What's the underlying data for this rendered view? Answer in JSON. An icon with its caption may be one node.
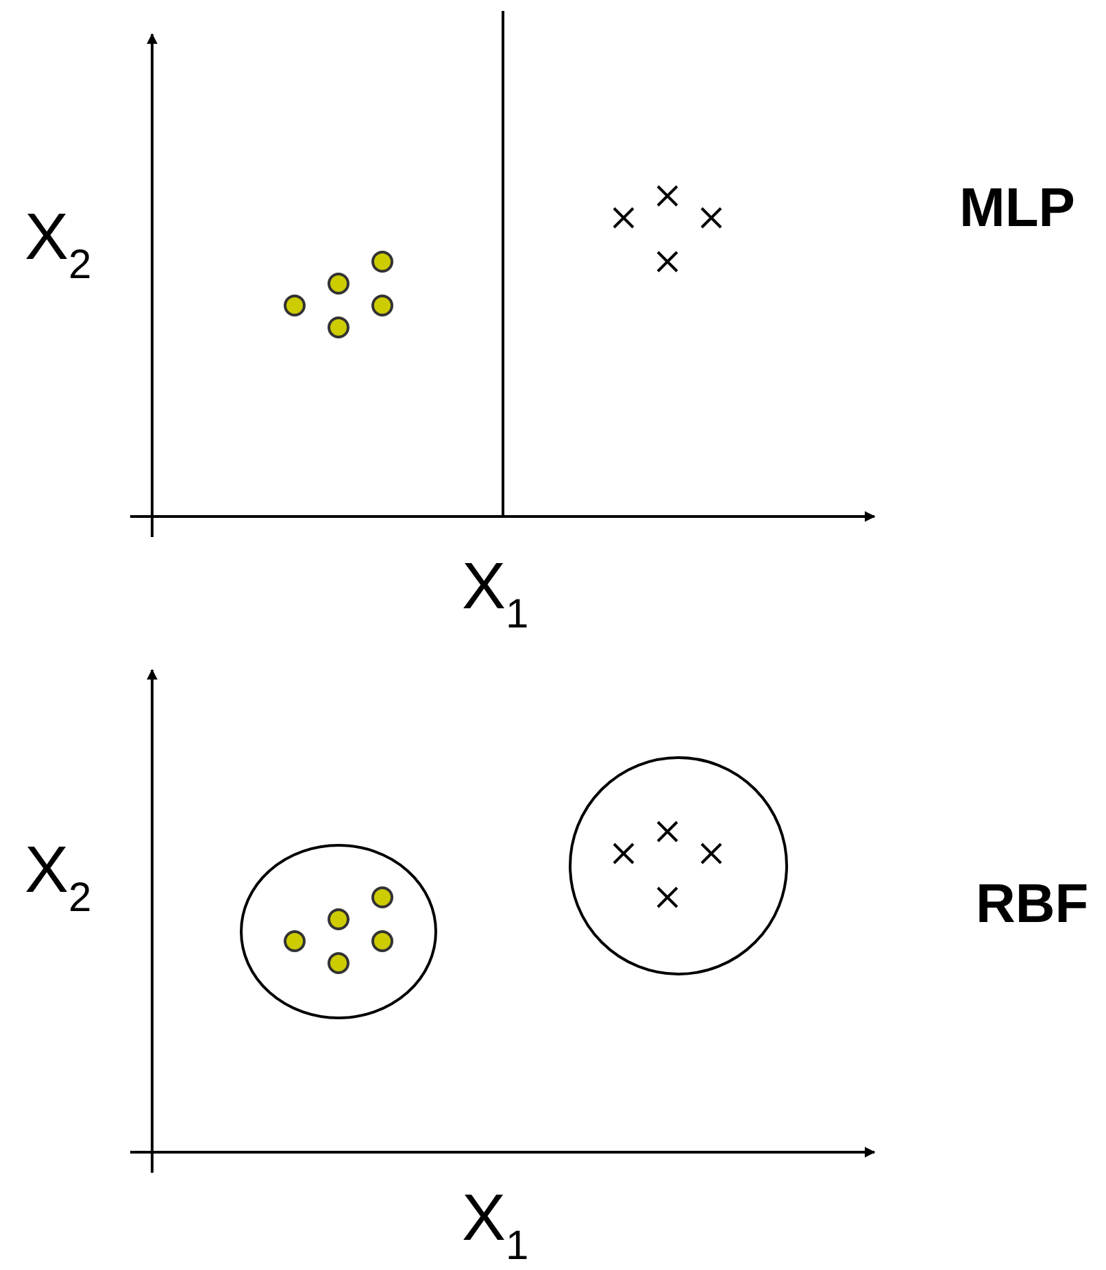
{
  "diagram": {
    "labels": [
      "X$_{2}$",
      "MLP",
      "X$_{1}$",
      "X$_{2}$",
      "RBF",
      "X$_{1}$"
    ]
  }
}
